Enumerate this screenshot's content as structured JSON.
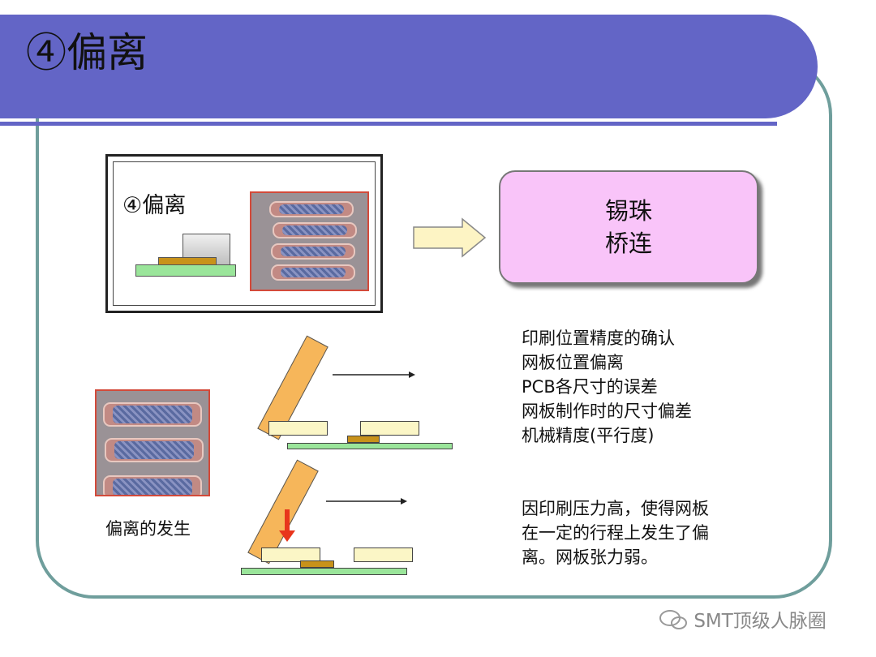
{
  "title": "④偏离",
  "inset": {
    "label": "④偏离"
  },
  "result": {
    "line1": "锡珠",
    "line2": "桥连"
  },
  "causes": [
    "印刷位置精度的确认",
    "网板位置偏离",
    "PCB各尺寸的误差",
    "网板制作时的尺寸偏差",
    "机械精度(平行度)"
  ],
  "explanation": [
    "因印刷压力高，使得网板",
    "在一定的行程上发生了偏",
    "离。网板张力弱。"
  ],
  "caption": "偏离的发生",
  "watermark": "SMT顶级人脉圈",
  "colors": {
    "banner": "#6365c6",
    "frame": "#6f9e9c",
    "result_fill": "#f9c4f9",
    "board": "#9ae59a",
    "solder": "#c8921a",
    "squeegee": "#f6b65a",
    "stencil": "#fbf6c6",
    "pressure_arrow": "#e8351c"
  }
}
